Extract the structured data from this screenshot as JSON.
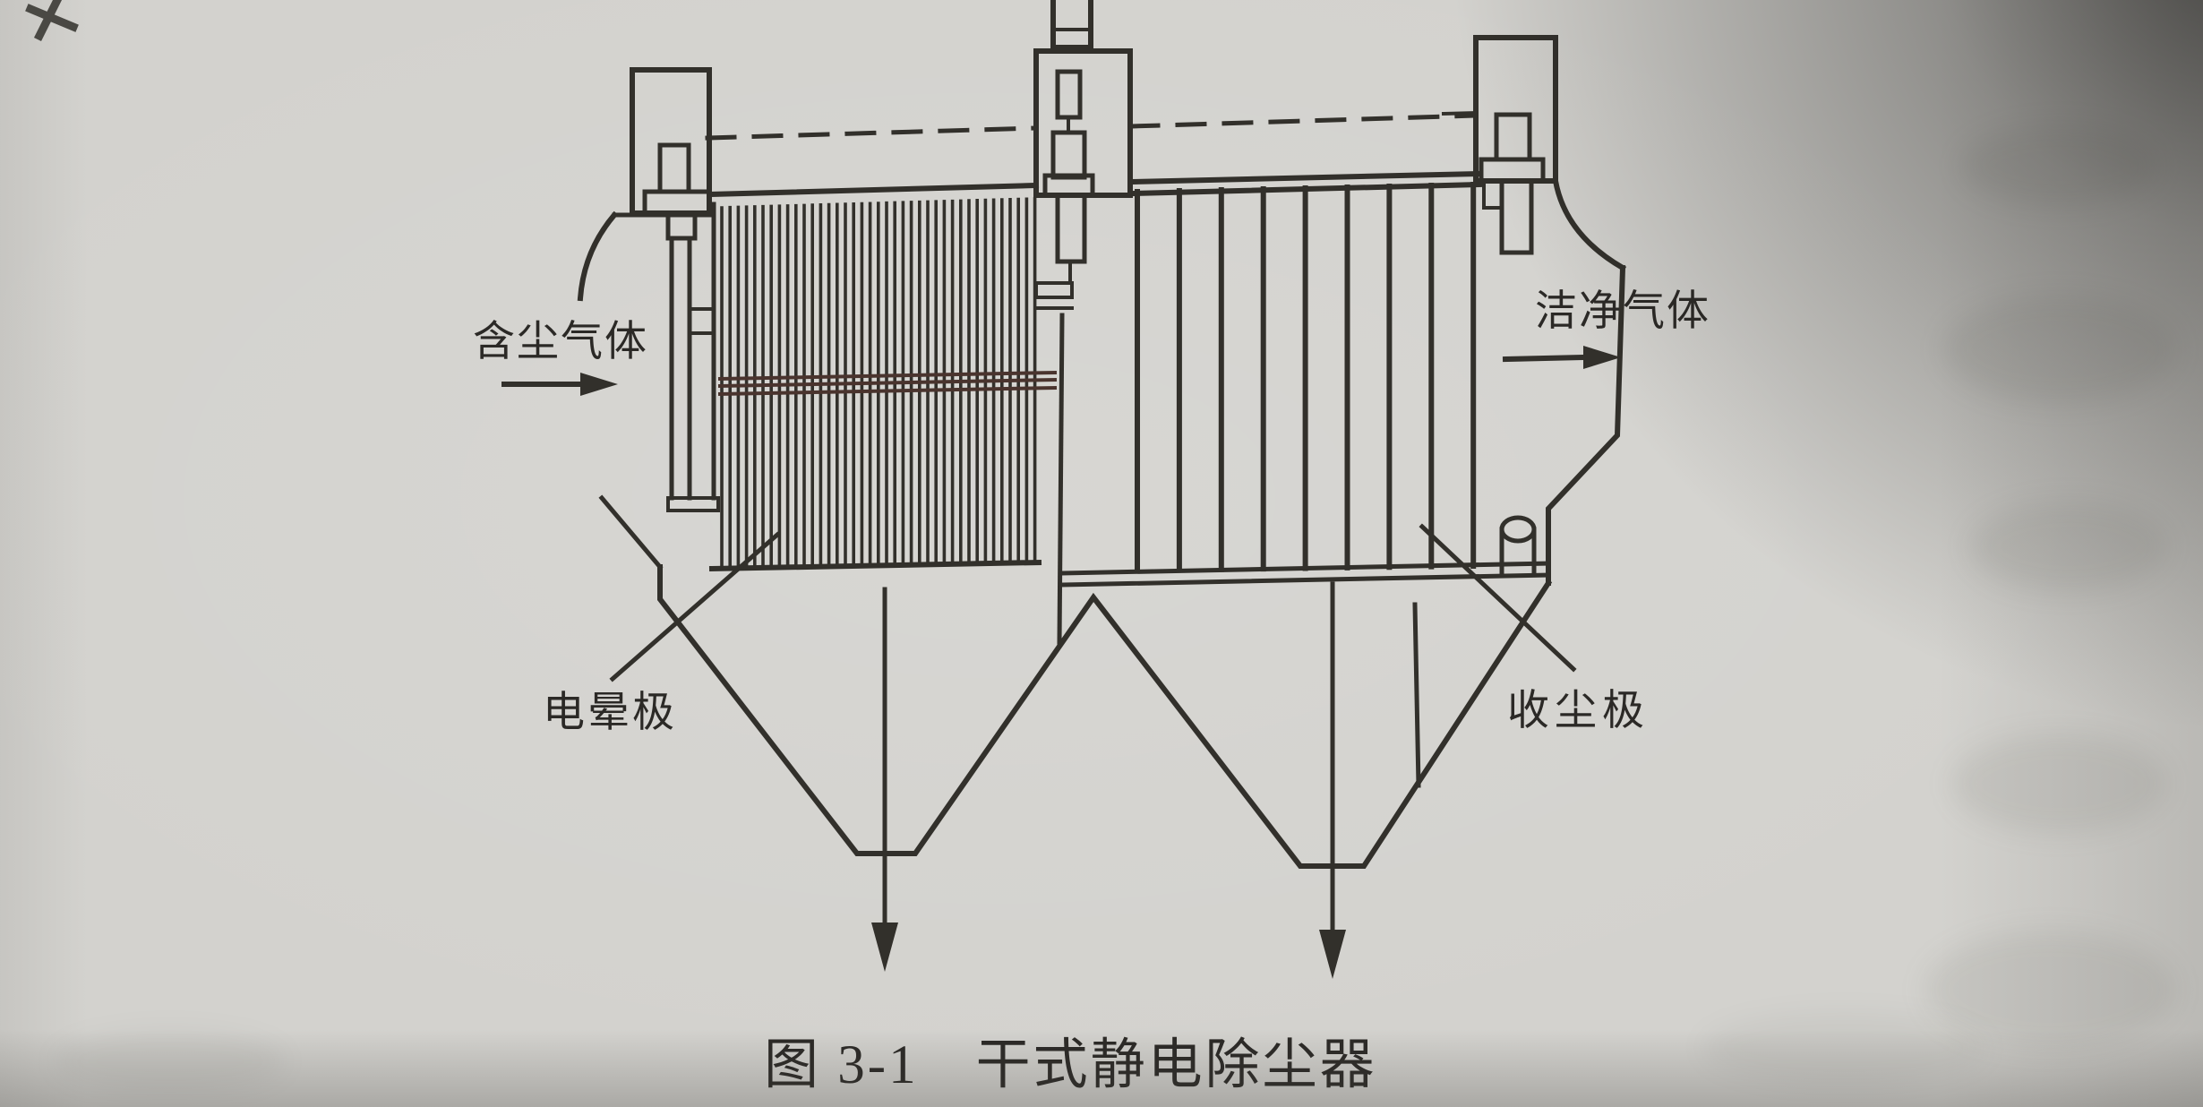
{
  "figure": {
    "caption": "图 3-1　干式静电除尘器",
    "labels": {
      "inlet_gas": "含尘气体",
      "clean_gas": "洁净气体",
      "corona_electrode": "电晕极",
      "collecting_electrode": "收尘极"
    }
  },
  "diagram": {
    "left_plate_count": 39,
    "right_plate_count": 9
  },
  "colors": {
    "ink": "#32302b",
    "corona_band": "#4a342e",
    "paper": "#d3d2ce"
  }
}
